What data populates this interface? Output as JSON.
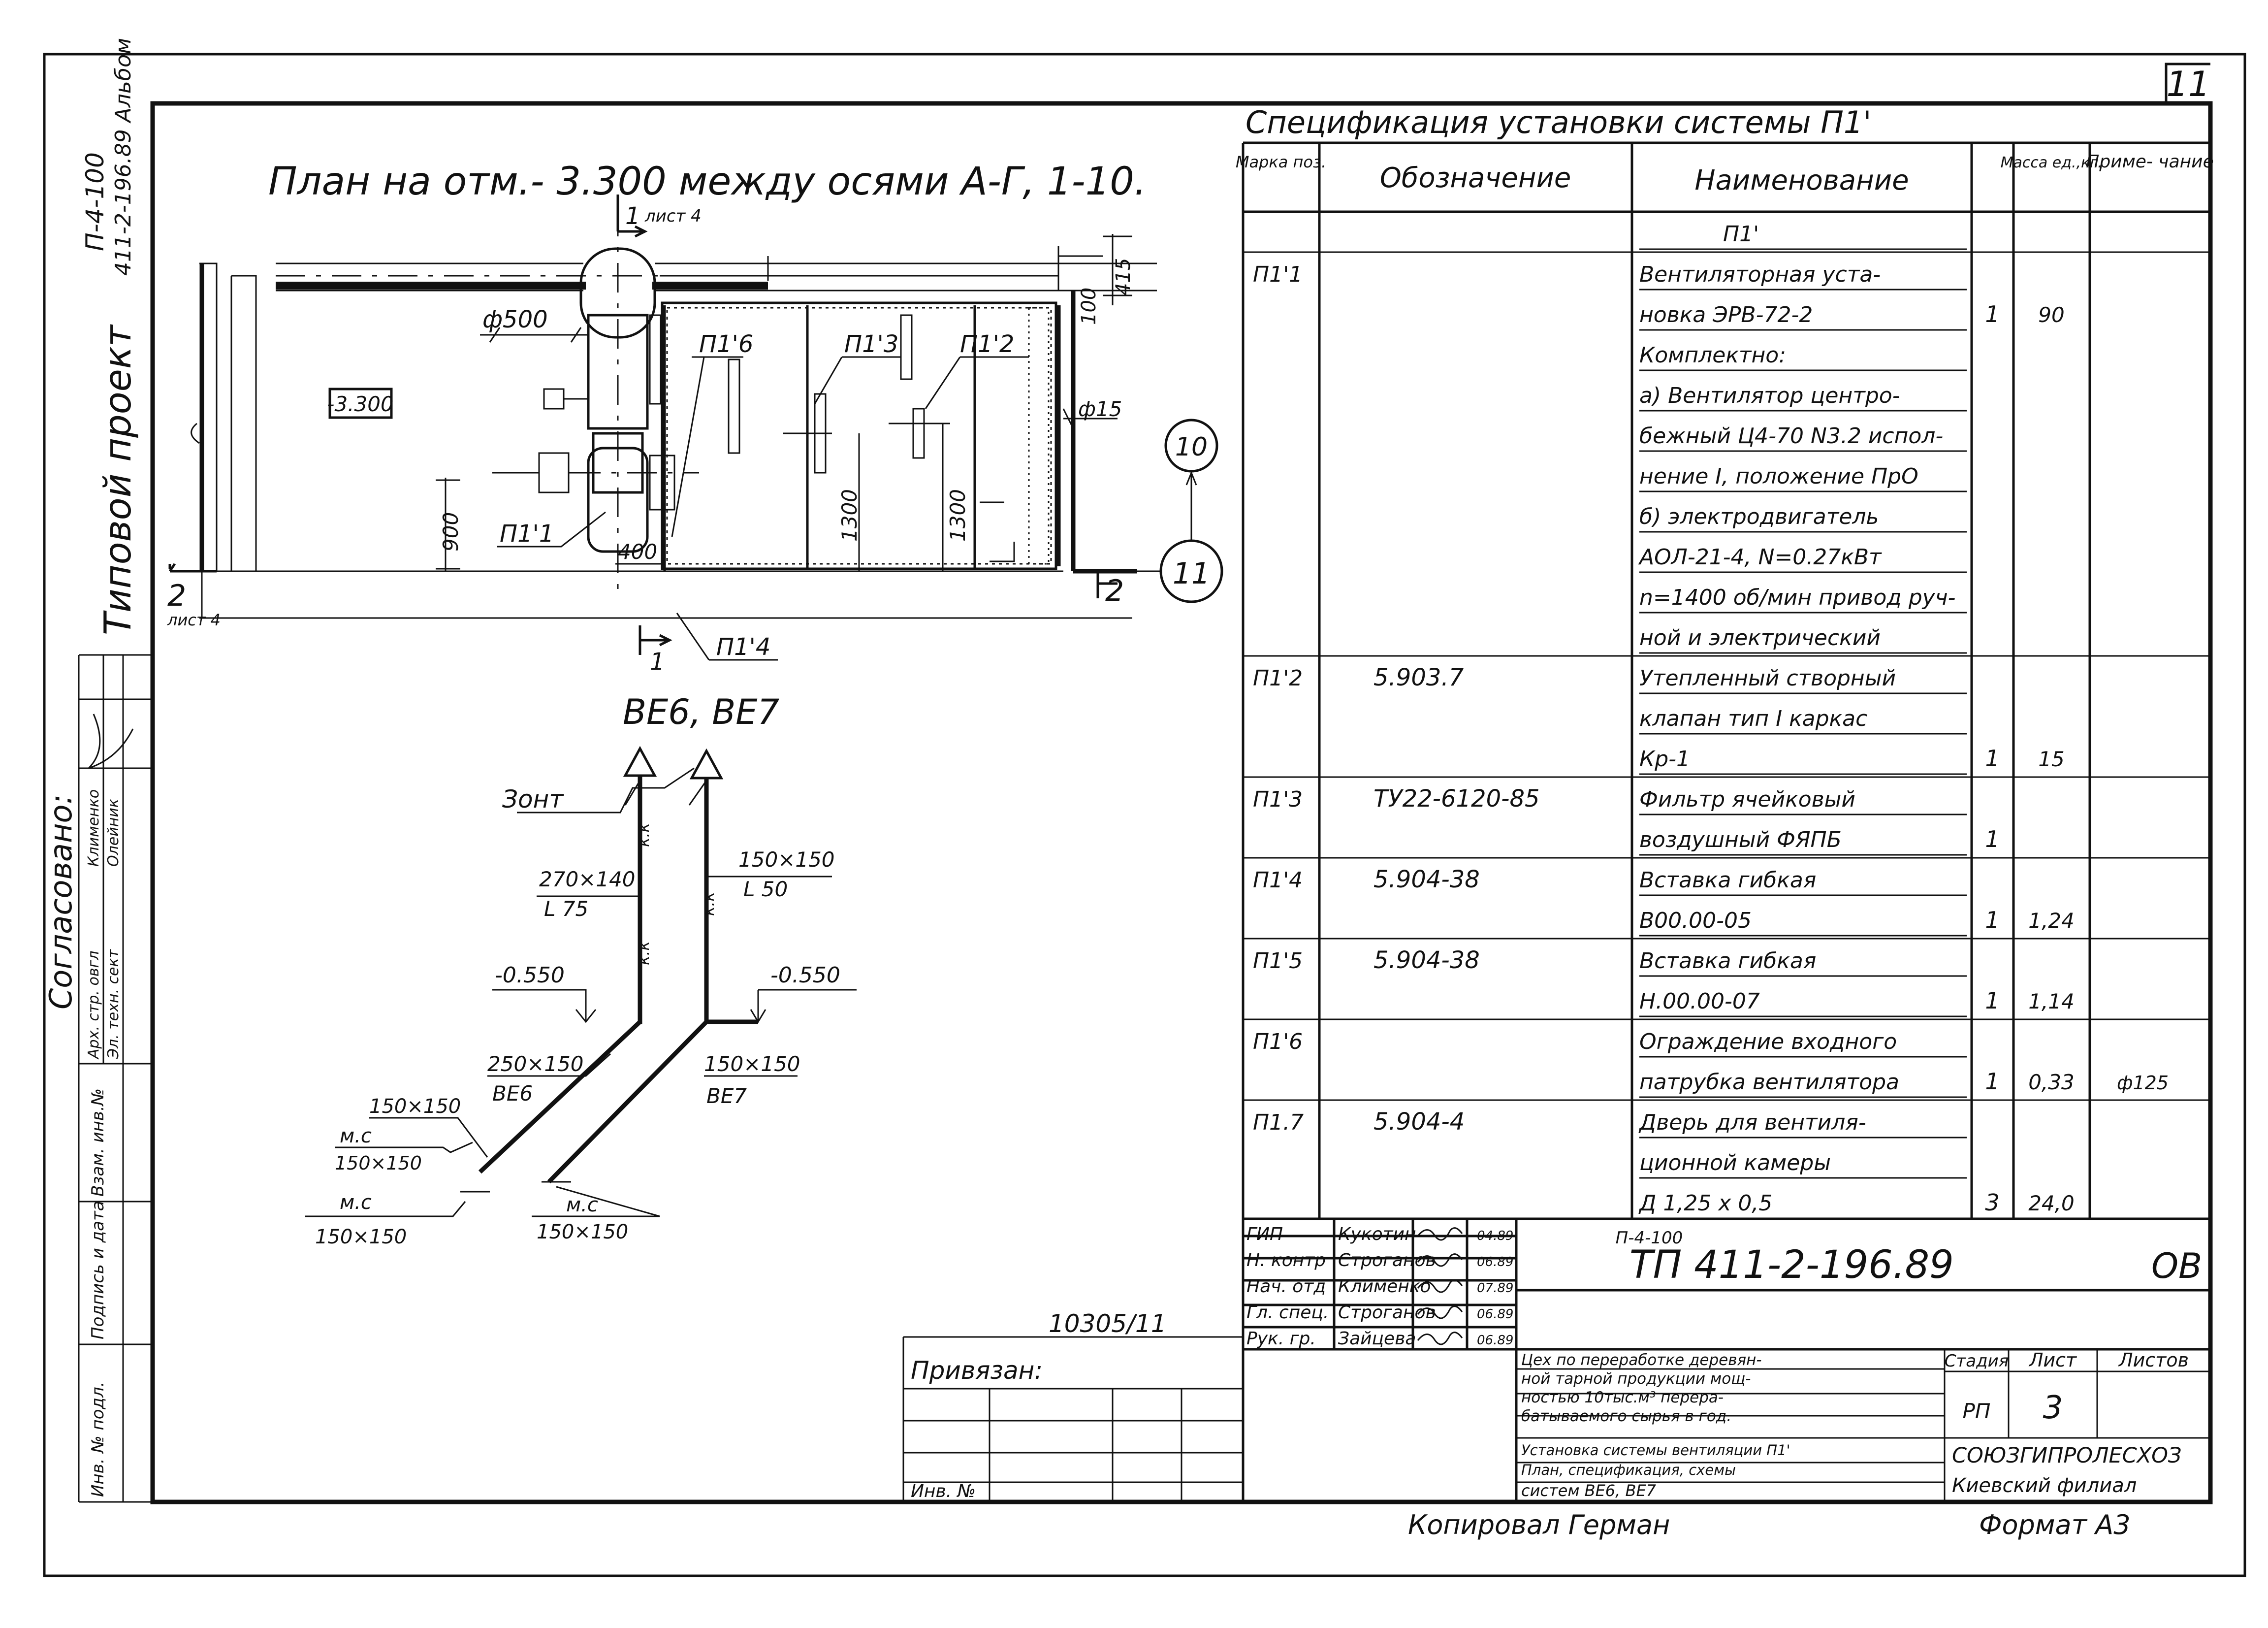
{
  "sheet_number": "11",
  "margin_text": {
    "project_type": "Типовой проект",
    "project_code": "П-4-100",
    "album": "411-2-196.89 Альбом",
    "agreed": "Согласовано:",
    "stamp_rows": [
      "Арх. стр. овгл",
      "Эл. техн. сект"
    ],
    "stamp_names": [
      "Клименко",
      "Олейник"
    ],
    "inventory_cols": [
      "Инв. № подл.",
      "Подпись и дата",
      "Взам. инв.№"
    ]
  },
  "plan": {
    "title": "План на отм.- 3.300 между осями А-Г, 1-10.",
    "section_marks": [
      "1",
      "лист 4",
      "2",
      "лист 4",
      "2",
      "1"
    ],
    "axes": [
      "10",
      "11"
    ],
    "elev_box": "-3.300",
    "dims": [
      "ф500",
      "415",
      "100",
      "ф15",
      "900",
      "400",
      "1300",
      "1300"
    ],
    "callouts": [
      "П1'1",
      "П1'6",
      "П1'3",
      "П1'2",
      "П1'4"
    ]
  },
  "scheme": {
    "title": "ВЕ6, ВЕ7",
    "labels": [
      "Зонт",
      "270×140",
      "L 75",
      "150×150",
      "L 50",
      "-0.550",
      "-0.550",
      "250×150",
      "ВЕ6",
      "150×150",
      "ВЕ7",
      "150×150",
      "м.с",
      "150×150",
      "м.с",
      "150×150",
      "м.с",
      "150×150",
      "к.к",
      "к.к",
      "к.к"
    ]
  },
  "spec": {
    "title": "Спецификация установки системы П1'",
    "headers": [
      "Марка поз.",
      "Обозначение",
      "Наименование",
      "",
      "Масса ед.,кг.",
      "Приме- чание"
    ],
    "rows": [
      [
        "",
        "",
        "П1'",
        "",
        "",
        ""
      ],
      [
        "П1'1",
        "",
        "Вентиляторная уста-",
        "",
        "",
        ""
      ],
      [
        "",
        "",
        "новка ЭРВ-72-2",
        "1",
        "90",
        ""
      ],
      [
        "",
        "",
        "Комплектно:",
        "",
        "",
        ""
      ],
      [
        "",
        "",
        "а) Вентилятор центро-",
        "",
        "",
        ""
      ],
      [
        "",
        "",
        "бежный Ц4-70 N3.2 испол-",
        "",
        "",
        ""
      ],
      [
        "",
        "",
        "нение I, положение ПрО",
        "",
        "",
        ""
      ],
      [
        "",
        "",
        "б) электродвигатель",
        "",
        "",
        ""
      ],
      [
        "",
        "",
        "АОЛ-21-4, N=0.27кВт",
        "",
        "",
        ""
      ],
      [
        "",
        "",
        "n=1400 об/мин привод руч-",
        "",
        "",
        ""
      ],
      [
        "",
        "",
        "ной и электрический",
        "",
        "",
        ""
      ],
      [
        "П1'2",
        "5.903.7",
        "Утепленный створный",
        "",
        "",
        ""
      ],
      [
        "",
        "",
        "клапан тип I каркас",
        "",
        "",
        ""
      ],
      [
        "",
        "",
        "Кр-1",
        "1",
        "15",
        ""
      ],
      [
        "П1'3",
        "ТУ22-6120-85",
        "Фильтр ячейковый",
        "",
        "",
        ""
      ],
      [
        "",
        "",
        "воздушный ФЯПБ",
        "1",
        "",
        ""
      ],
      [
        "П1'4",
        "5.904-38",
        "Вставка гибкая",
        "",
        "",
        ""
      ],
      [
        "",
        "",
        "В00.00-05",
        "1",
        "1,24",
        ""
      ],
      [
        "П1'5",
        "5.904-38",
        "Вставка гибкая",
        "",
        "",
        ""
      ],
      [
        "",
        "",
        "Н.00.00-07",
        "1",
        "1,14",
        ""
      ],
      [
        "П1'6",
        "",
        "Ограждение входного",
        "",
        "",
        ""
      ],
      [
        "",
        "",
        "патрубка вентилятора",
        "1",
        "0,33",
        "ф125"
      ],
      [
        "П1.7",
        "5.904-4",
        "Дверь для вентиля-",
        "",
        "",
        ""
      ],
      [
        "",
        "",
        "ционной камеры",
        "",
        "",
        ""
      ],
      [
        "",
        "",
        "Д 1,25 х 0,5",
        "3",
        "24,0",
        ""
      ]
    ]
  },
  "title_block": {
    "signers": [
      [
        "ГИП",
        "Кукотин",
        "04.89"
      ],
      [
        "Н. контр",
        "Строганов",
        "06.89"
      ],
      [
        "Нач. отд",
        "Клименко",
        "07.89"
      ],
      [
        "Гл. спец.",
        "Строганов",
        "06.89"
      ],
      [
        "Рук. гр.",
        "Зайцева",
        "06.89"
      ]
    ],
    "code_small": "П-4-100",
    "doc_code": "ТП 411-2-196.89",
    "mark": "ОВ",
    "object_lines": [
      "Цех по переработке деревян-",
      "ной тарной продукции мощ-",
      "ностью 10тыс.м³ перера-",
      "батываемого сырья в год."
    ],
    "sheet_lines": [
      "Установка системы вентиляции П1'",
      "План, спецификация, схемы",
      "систем ВЕ6, ВЕ7"
    ],
    "stage_header": "Стадия",
    "sheet_header": "Лист",
    "sheets_header": "Листов",
    "stage": "РП",
    "sheet": "3",
    "org_lines": [
      "СОЮЗГИПРОЛЕСХОЗ",
      "Киевский филиал"
    ]
  },
  "binding": {
    "label": "Привязан:",
    "inventory": "Инв. №",
    "number": "10305/11"
  },
  "footer": {
    "copied": "Копировал Герман",
    "format": "Формат А3"
  }
}
